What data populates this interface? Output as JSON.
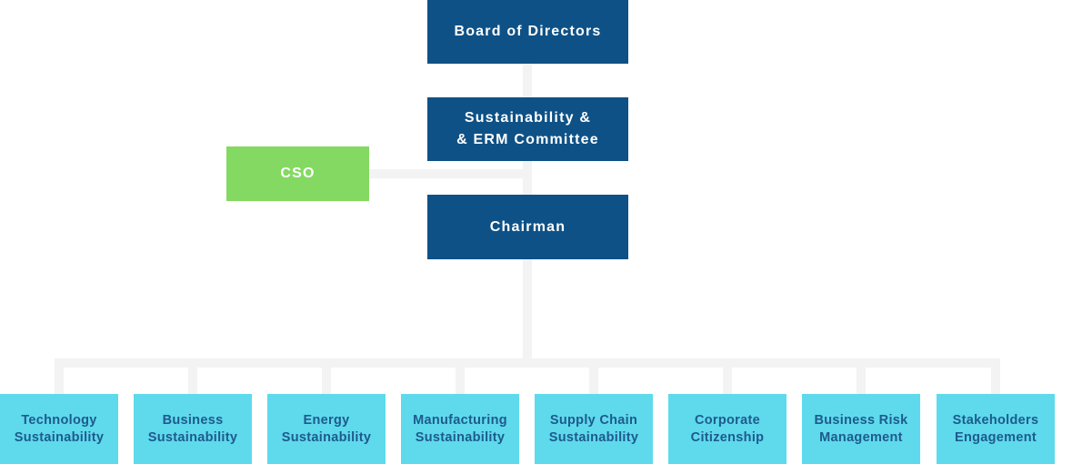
{
  "palette": {
    "dark_blue": "#0e5186",
    "green": "#84d962",
    "cyan": "#5edaec",
    "connector_gray": "#f3f3f3",
    "dept_text": "#1e5a8d",
    "white_text": "#ffffff",
    "bg": "#ffffff"
  },
  "org": {
    "board": {
      "label": "Board of Directors"
    },
    "committee": {
      "line1": "Sustainability &",
      "line2": "& ERM Committee"
    },
    "cso": {
      "label": "CSO"
    },
    "chairman": {
      "label": "Chairman"
    },
    "departments": [
      {
        "label": "Technology Sustainability"
      },
      {
        "label": "Business Sustainability"
      },
      {
        "label": "Energy Sustainability"
      },
      {
        "label": "Manufacturing Sustainability"
      },
      {
        "label": "Supply Chain Sustainability"
      },
      {
        "label": "Corporate Citizenship"
      },
      {
        "label": "Business Risk Management"
      },
      {
        "label": "Stakeholders Engagement"
      }
    ]
  }
}
